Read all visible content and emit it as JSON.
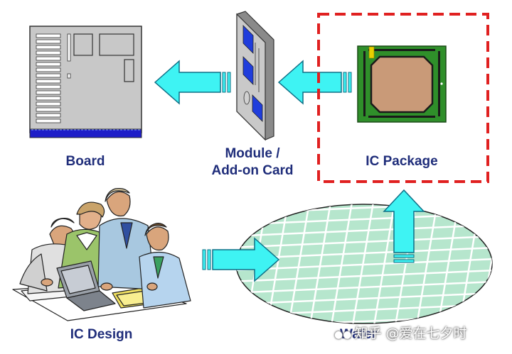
{
  "labels": {
    "board": "Board",
    "module_line1": "Module /",
    "module_line2": "Add-on Card",
    "ic_package": "IC Package",
    "ic_design": "IC Design",
    "wafer": "Wafer"
  },
  "watermark": "知乎 @爱在七夕时",
  "icons": {
    "arrows": "block-arrow-icon",
    "board": "circuit-board-icon",
    "module": "module-card-icon",
    "package": "ic-chip-icon",
    "wafer": "wafer-icon",
    "team": "design-team-illustration"
  },
  "colors": {
    "label": "#1f2d7a",
    "arrow_fill": "#3ef3f3",
    "arrow_stroke": "#0e6f86",
    "highlight_border": "#e02020",
    "wafer_fill": "#b6e6cd",
    "package_substrate": "#2f8f2a",
    "die": "#c99a78",
    "board_body": "#c8c8c8",
    "board_edge": "#1e1ec8",
    "module_chip": "#1f3ddc"
  }
}
